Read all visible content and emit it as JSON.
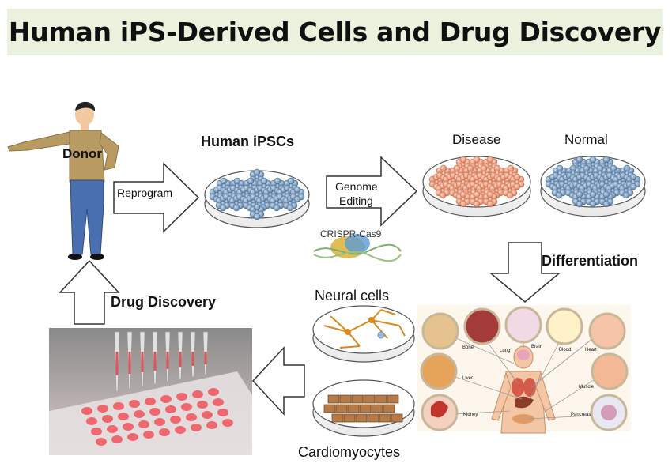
{
  "title": "Human iPS-Derived Cells and Drug Discovery",
  "labels": {
    "donor": "Donor",
    "human_ipscs": "Human iPSCs",
    "reprogram": "Reprogram",
    "genome_editing_line1": "Genome",
    "genome_editing_line2": "Editing",
    "crispr": "CRISPR-Cas9",
    "disease": "Disease",
    "normal": "Normal",
    "differentiation": "Differentiation",
    "neural_cells": "Neural cells",
    "cardiomyocytes": "Cardiomyocytes",
    "drug_discovery": "Drug Discovery"
  },
  "organ_labels": [
    "Bone",
    "Lung",
    "Brain",
    "Blood",
    "Heart",
    "Liver",
    "Muscle",
    "Kidney",
    "Pancreas"
  ],
  "colors": {
    "title_bg": "#eaf1dd",
    "ips_cells": "#6f93b8",
    "disease_cells": "#e8906f",
    "donor_shirt": "#b89a63",
    "donor_pants": "#4a6fb0",
    "neuron": "#d98a1c",
    "cardio": "#a0642e"
  }
}
